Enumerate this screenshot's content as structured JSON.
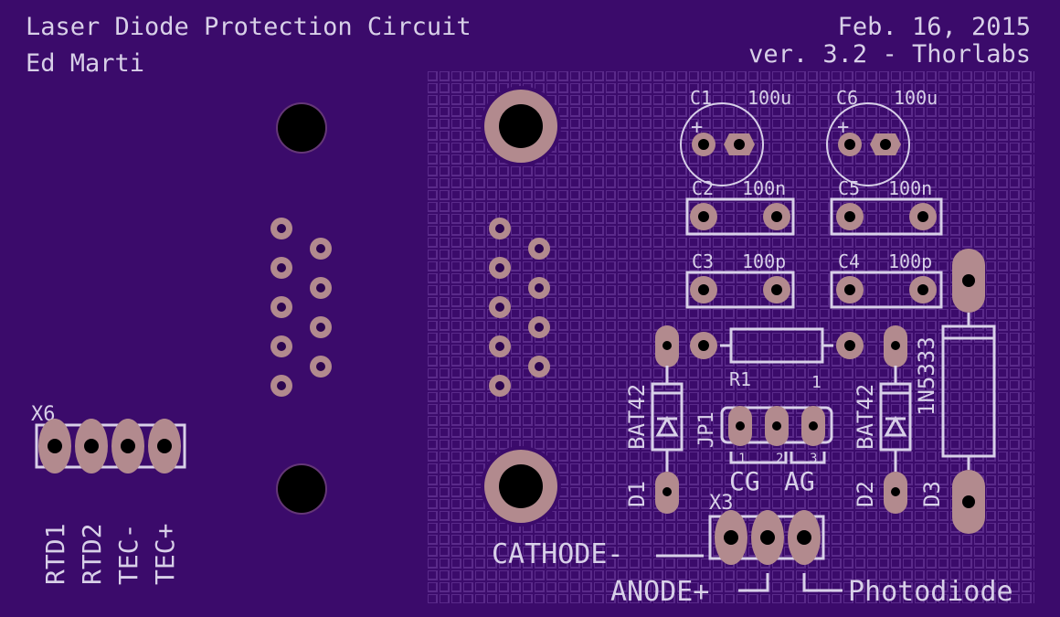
{
  "title": "Laser Diode Protection Circuit",
  "author": "Ed Marti",
  "date": "Feb. 16, 2015",
  "version": "ver. 3.2 - Thorlabs",
  "components": {
    "c1": {
      "ref": "C1",
      "value": "100u",
      "polarity": "+"
    },
    "c6": {
      "ref": "C6",
      "value": "100u",
      "polarity": "+"
    },
    "c2": {
      "ref": "C2",
      "value": "100n"
    },
    "c5": {
      "ref": "C5",
      "value": "100n"
    },
    "c3": {
      "ref": "C3",
      "value": "100p"
    },
    "c4": {
      "ref": "C4",
      "value": "100p"
    },
    "r1": {
      "ref": "R1",
      "pin": "1"
    },
    "d1": {
      "ref": "D1",
      "part": "BAT42"
    },
    "d2": {
      "ref": "D2",
      "part": "BAT42"
    },
    "d3": {
      "ref": "D3",
      "part": "1N5333"
    },
    "jp1": {
      "ref": "JP1",
      "pins": [
        "1",
        "2",
        "3"
      ],
      "cg": "CG",
      "ag": "AG"
    },
    "x3": {
      "ref": "X3",
      "cathode": "CATHODE-",
      "anode": "ANODE+",
      "photodiode": "Photodiode"
    },
    "x6": {
      "ref": "X6",
      "pins": [
        "RTD1",
        "RTD2",
        "TEC-",
        "TEC+"
      ]
    }
  },
  "colors": {
    "board": "#3b0b6b",
    "silkscreen": "#d8d0e8",
    "pad": "#b28a8e",
    "grid": "#5a2a8a"
  }
}
